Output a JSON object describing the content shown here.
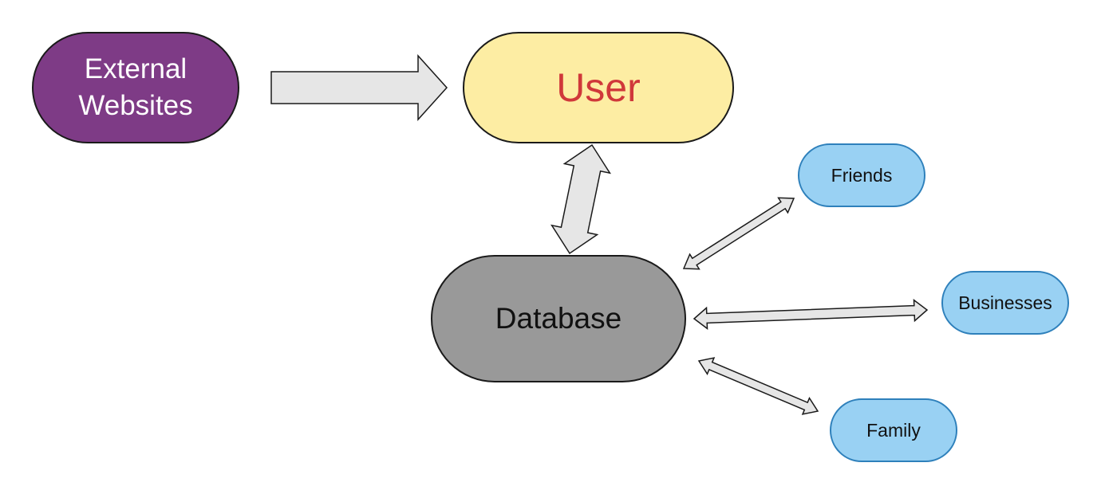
{
  "nodes": {
    "external_websites": "External\nWebsites",
    "user": "User",
    "database": "Database",
    "friends": "Friends",
    "businesses": "Businesses",
    "family": "Family"
  },
  "colors": {
    "external_fill": "#7e3b86",
    "external_text": "#ffffff",
    "user_fill": "#fdeda3",
    "user_text": "#d0383a",
    "database_fill": "#999999",
    "database_text": "#111111",
    "relation_fill": "#99d1f3",
    "relation_text": "#111111",
    "arrow_fill": "#e6e6e6",
    "arrow_stroke": "#1a1a1a"
  }
}
